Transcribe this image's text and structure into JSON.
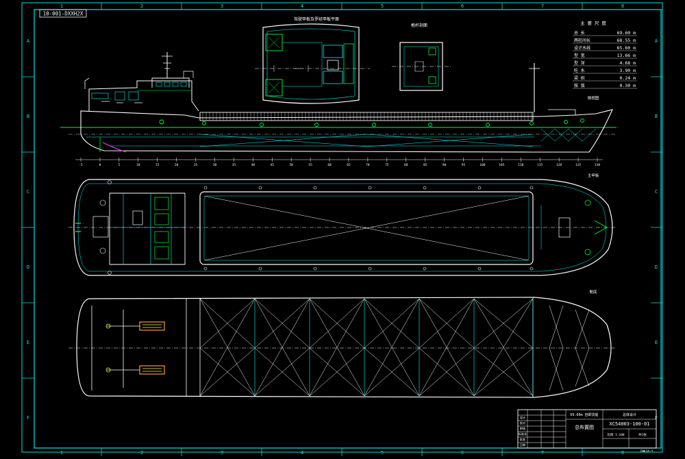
{
  "drawing": {
    "frame_id": "10-001-DXXH2X",
    "col_labels": [
      "1",
      "2",
      "3",
      "4",
      "5",
      "6",
      "7",
      "8"
    ],
    "row_labels": [
      "A",
      "B",
      "C",
      "D",
      "E",
      "F"
    ],
    "bottom_right_code": "INKJA-Y",
    "colors": {
      "background": "#000000",
      "frame": "#00e5e5",
      "hull": "#00ffff",
      "white": "#ffffff",
      "green": "#00ff33",
      "magenta": "#ff33ff",
      "yellow": "#ffff33",
      "orange": "#ff9933"
    }
  },
  "particulars": {
    "title": "主 要 尺 度",
    "rows": [
      {
        "label": "总 长",
        "value": "69.60 m"
      },
      {
        "label": "两柱间长",
        "value": "68.55 m"
      },
      {
        "label": "设计水线",
        "value": "65.60 m"
      },
      {
        "label": "型 宽",
        "value": "13.66 m"
      },
      {
        "label": "型 深",
        "value": "4.68 m"
      },
      {
        "label": "吃 水",
        "value": "3.90 m"
      },
      {
        "label": "梁 拱",
        "value": "0.24 m"
      },
      {
        "label": "舷 弧",
        "value": "0.30 m"
      }
    ]
  },
  "views": {
    "bridge_top": "驾驶甲板及罗经甲板平面",
    "mast_section": "桅杆剖面",
    "side_profile": "侧视图",
    "main_deck": "主甲板",
    "hold": "舱底"
  },
  "profile_frame_numbers": [
    "-5",
    "0",
    "5",
    "10",
    "15",
    "20",
    "25",
    "30",
    "35",
    "40",
    "45",
    "50",
    "55",
    "60",
    "65",
    "70",
    "75",
    "80",
    "85",
    "90",
    "95",
    "100",
    "105",
    "110",
    "115",
    "120",
    "125",
    "130"
  ],
  "title_block": {
    "ship_name": "69.60m 自卸货船",
    "drawing_no": "XC54003-100-01",
    "drawing_title": "总布置图",
    "company": "总体设计",
    "scale": "1:100",
    "sheet": "共1张",
    "labels": [
      "设计",
      "校对",
      "审核",
      "标准化",
      "批准",
      "日期"
    ],
    "extra": "比例 1:100"
  }
}
